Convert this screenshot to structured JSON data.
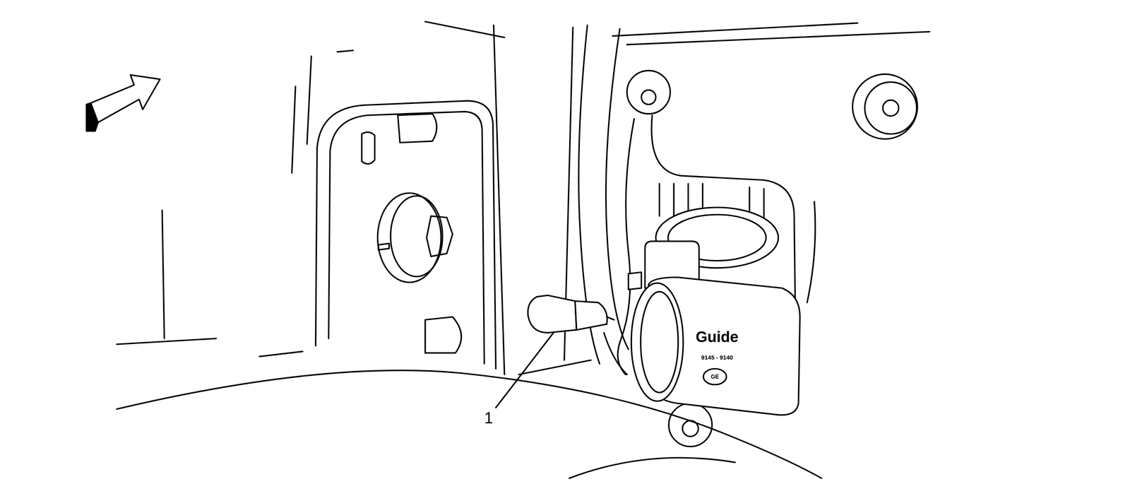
{
  "diagram": {
    "labels": [
      "1",
      "Guide",
      "9145 - 9140",
      "GE"
    ]
  }
}
